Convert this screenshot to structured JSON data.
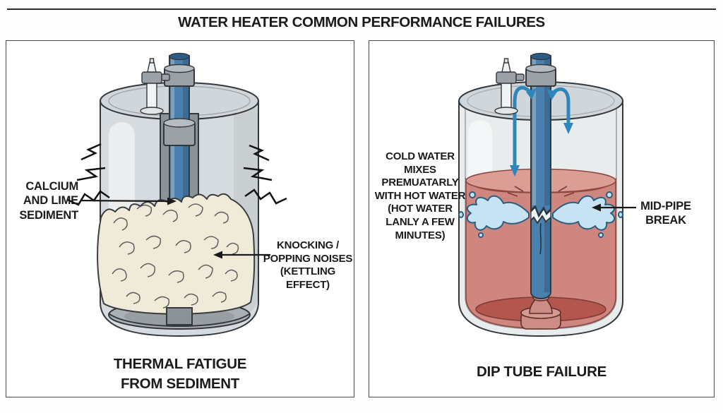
{
  "title": "WATER HEATER COMMON PERFORMANCE FAILURES",
  "panels": {
    "left": {
      "caption": "THERMAL FATIGUE\nFROM SEDIMENT",
      "labels": {
        "sediment": "CALCIUM\nAND LIME\nSEDIMENT",
        "noise": "KNOCKING /\nPOPPING NOISES\n(KETTLING\nEFFECT)"
      }
    },
    "right": {
      "caption": "DIP TUBE FAILURE",
      "labels": {
        "cold_water": "COLD WATER\nMIXES\nPREMUATARLY\nWITH HOT WATER\n(HOT WATER\nLANLY A FEW\nMINUTES)",
        "break": "MID-PIPE\nBREAK"
      }
    }
  },
  "colors": {
    "ink": "#1b1b1b",
    "panel_border": "#4a4a4a",
    "outline": "#33383d",
    "tank_gray": "#d6dbdf",
    "tank_gray_right": "#e9eced",
    "lid_gray": "#d0d6da",
    "pipe_blue": "#4a80ad",
    "pipe_blue_dark": "#2a5d86",
    "collar_gray": "#9ba1a6",
    "sleeve_gray": "#8b9298",
    "sediment_cream": "#f0ead9",
    "sediment_line": "#3a3d40",
    "bowl_gray": "#aab0b5",
    "water_pink": "#cf867e",
    "water_pink_light": "#dc9d95",
    "water_pink_dark": "#b2564e",
    "water_line": "#8e4740",
    "splash_blue": "#c5e3f2",
    "splash_line": "#2a5e80",
    "flow_arrow_blue": "#2f86bd",
    "drain_pink": "#cd8c86",
    "valve_white": "#f1f3f4"
  }
}
